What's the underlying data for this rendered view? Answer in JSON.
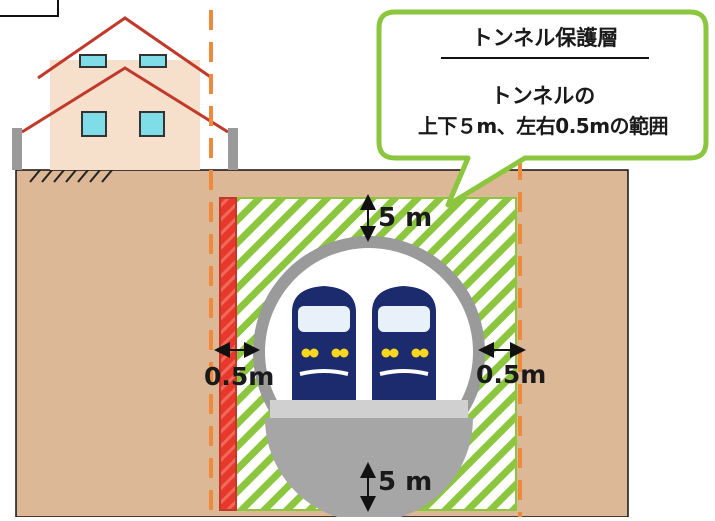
{
  "callout": {
    "title": "トンネル保護層",
    "body_line1": "トンネルの",
    "body_line2": "上下５m、左右0.5mの範囲"
  },
  "dimensions": {
    "top": "5 m",
    "bottom": "5 m",
    "left": "0.5m",
    "right": "0.5m"
  },
  "colors": {
    "soil": "#dcb896",
    "protection_hatch": "#8cc63f",
    "callout_border": "#8cc63f",
    "red_zone": "#e8382c",
    "dashed_line": "#ef8a3c",
    "train_body": "#1c2a6e",
    "tunnel_ring": "#9a9a9a"
  }
}
